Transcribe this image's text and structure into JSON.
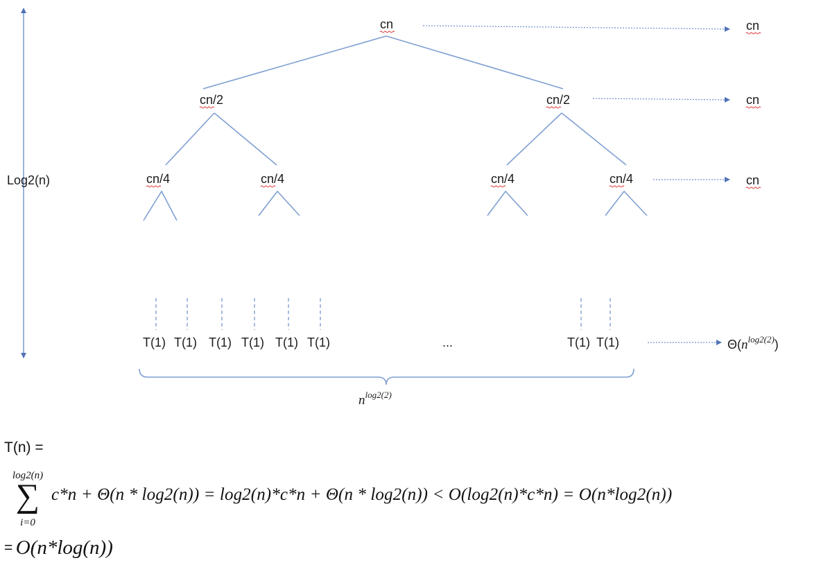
{
  "height_axis": {
    "label": "Log2(n)"
  },
  "tree": {
    "root": "cn",
    "level1": [
      "cn/2",
      "cn/2"
    ],
    "level2": [
      "cn/4",
      "cn/4",
      "cn/4",
      "cn/4"
    ],
    "leaves_left": [
      "T(1)",
      "T(1)",
      "T(1)",
      "T(1)",
      "T(1)",
      "T(1)"
    ],
    "ellipsis": "...",
    "leaves_right": [
      "T(1)",
      "T(1)"
    ]
  },
  "level_costs": [
    "cn",
    "cn",
    "cn"
  ],
  "leaf_cost": {
    "prefix": "Θ(",
    "base": "n",
    "exponent": "log2(2)",
    "suffix": ")"
  },
  "leaf_count": {
    "base": "n",
    "exponent": "log2(2)"
  },
  "formula": {
    "line1": "T(n) =",
    "sum_upper": "log2(n)",
    "sum_symbol": "∑",
    "sum_lower": "i=0",
    "line2": "c*n +  Θ(n * log2(n)) = log2(n)*c*n + Θ(n * log2(n)) < O(log2(n)*c*n) = O(n*log2(n))",
    "line3_prefix": "=",
    "line3": "O(n*log(n))"
  },
  "colors": {
    "tree_line": "#7f9fd2",
    "arrow": "#6d8fcb",
    "squiggle": "#dd3333"
  }
}
